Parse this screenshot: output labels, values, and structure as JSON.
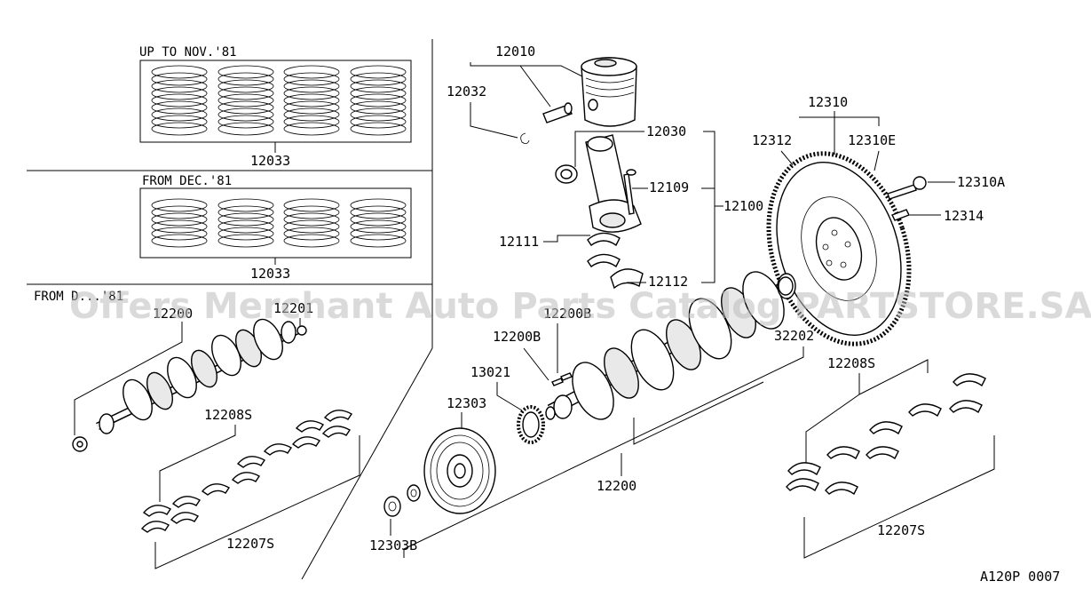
{
  "sections": {
    "upto": "UP TO NOV.'81",
    "fromdec": "FROM DEC.'81",
    "fromleft": "FROM D...'81"
  },
  "labels": {
    "p12033a": "12033",
    "p12033b": "12033",
    "p12200a": "12200",
    "p12200b": "12200",
    "p12208s_left": "12208S",
    "p12207s_left": "12207S",
    "p12208s_right": "12208S",
    "p12207s_right": "12207S",
    "p12010": "12010",
    "p12032": "12032",
    "p12030": "12030",
    "p12109": "12109",
    "p12100": "12100",
    "p12111": "12111",
    "p12112": "12112",
    "p12310": "12310",
    "p12312": "12312",
    "p12310e": "12310E",
    "p12310a": "12310A",
    "p12314": "12314",
    "p32202": "32202",
    "p12200b_b": "12200B",
    "p12200b_a": "12200B",
    "p13021": "13021",
    "p12303": "12303",
    "p12303b": "12303B",
    "p12201": "12201"
  },
  "watermark": "Offers Merchant Auto Parts Catalog PARTSTORE.SA",
  "diagram_code": "A120P 0007"
}
